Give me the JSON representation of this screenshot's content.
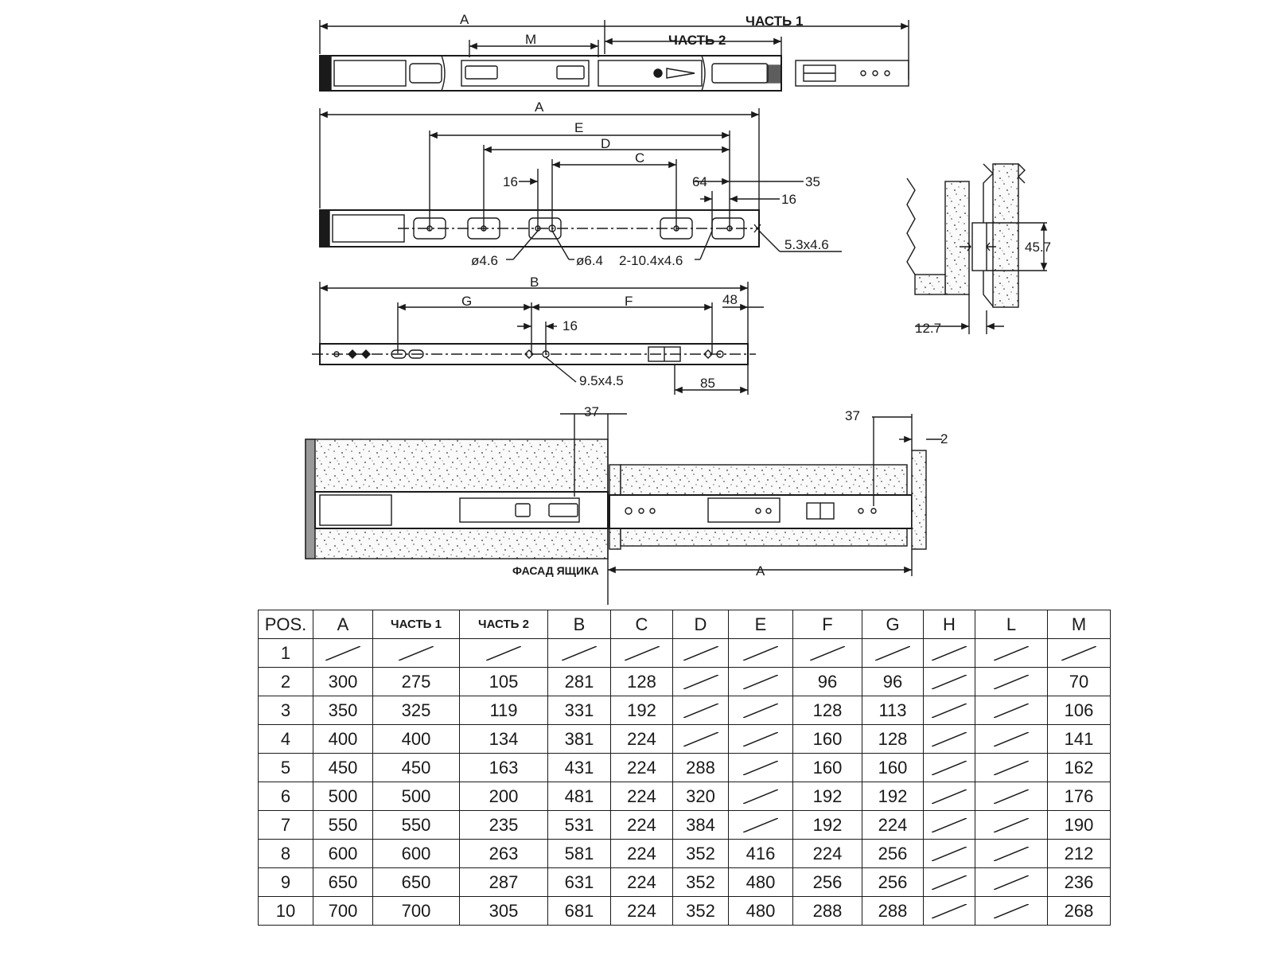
{
  "labels": {
    "part1": "ЧАСТЬ 1",
    "part2": "ЧАСТЬ 2",
    "facade": "ФАСАД ЯЩИКА",
    "dim_A": "A",
    "dim_M": "M",
    "dim_E": "E",
    "dim_D": "D",
    "dim_C": "C",
    "dim_B": "B",
    "dim_G": "G",
    "dim_F": "F",
    "v16": "16",
    "v64": "64",
    "v35": "35",
    "v48": "48",
    "v85": "85",
    "v37": "37",
    "v2": "2",
    "hole46": "ø4.6",
    "hole64": "ø6.4",
    "slot104": "2-10.4x4.6",
    "slot53": "5.3x4.6",
    "slot95": "9.5x4.5",
    "v457": "45.7",
    "v127": "12.7"
  },
  "table": {
    "headers": [
      "POS.",
      "A",
      "ЧАСТЬ 1",
      "ЧАСТЬ 2",
      "B",
      "C",
      "D",
      "E",
      "F",
      "G",
      "H",
      "L",
      "M"
    ],
    "rows": [
      [
        "1",
        "",
        "",
        "",
        "",
        "",
        "",
        "",
        "",
        "",
        "",
        "",
        ""
      ],
      [
        "2",
        "300",
        "275",
        "105",
        "281",
        "128",
        "",
        "",
        "96",
        "96",
        "",
        "",
        "70"
      ],
      [
        "3",
        "350",
        "325",
        "119",
        "331",
        "192",
        "",
        "",
        "128",
        "113",
        "",
        "",
        "106"
      ],
      [
        "4",
        "400",
        "400",
        "134",
        "381",
        "224",
        "",
        "",
        "160",
        "128",
        "",
        "",
        "141"
      ],
      [
        "5",
        "450",
        "450",
        "163",
        "431",
        "224",
        "288",
        "",
        "160",
        "160",
        "",
        "",
        "162"
      ],
      [
        "6",
        "500",
        "500",
        "200",
        "481",
        "224",
        "320",
        "",
        "192",
        "192",
        "",
        "",
        "176"
      ],
      [
        "7",
        "550",
        "550",
        "235",
        "531",
        "224",
        "384",
        "",
        "192",
        "224",
        "",
        "",
        "190"
      ],
      [
        "8",
        "600",
        "600",
        "263",
        "581",
        "224",
        "352",
        "416",
        "224",
        "256",
        "",
        "",
        "212"
      ],
      [
        "9",
        "650",
        "650",
        "287",
        "631",
        "224",
        "352",
        "480",
        "256",
        "256",
        "",
        "",
        "236"
      ],
      [
        "10",
        "700",
        "700",
        "305",
        "681",
        "224",
        "352",
        "480",
        "288",
        "288",
        "",
        "",
        "268"
      ]
    ]
  }
}
